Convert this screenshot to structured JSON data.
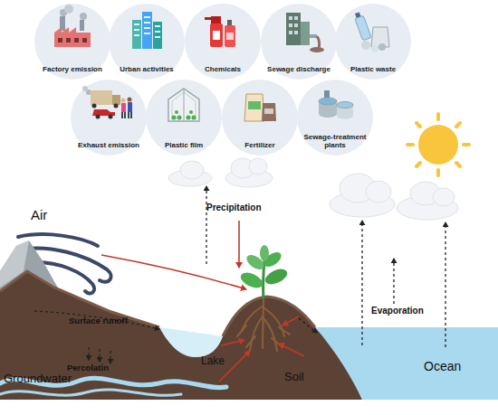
{
  "diagram": {
    "nodes": [
      {
        "text": [
          "Factory emission"
        ]
      },
      {
        "text": [
          "Urban activities"
        ]
      },
      {
        "text": [
          "Chemicals"
        ]
      },
      {
        "text": [
          "Sewage discharge"
        ]
      },
      {
        "text": [
          "Plastic waste"
        ]
      },
      {
        "text": [
          "Exhaust emission"
        ]
      },
      {
        "text": [
          "Plastic film"
        ]
      },
      {
        "text": [
          "Fertilizer"
        ]
      },
      {
        "text": [
          "Sewage-treatment plants"
        ]
      }
    ],
    "labels": [
      "Air",
      "Precipitation",
      "Surface runoff",
      "Percolatin",
      "Lake",
      "Groundwater",
      "Soil",
      "Evaporation",
      "Ocean"
    ]
  }
}
